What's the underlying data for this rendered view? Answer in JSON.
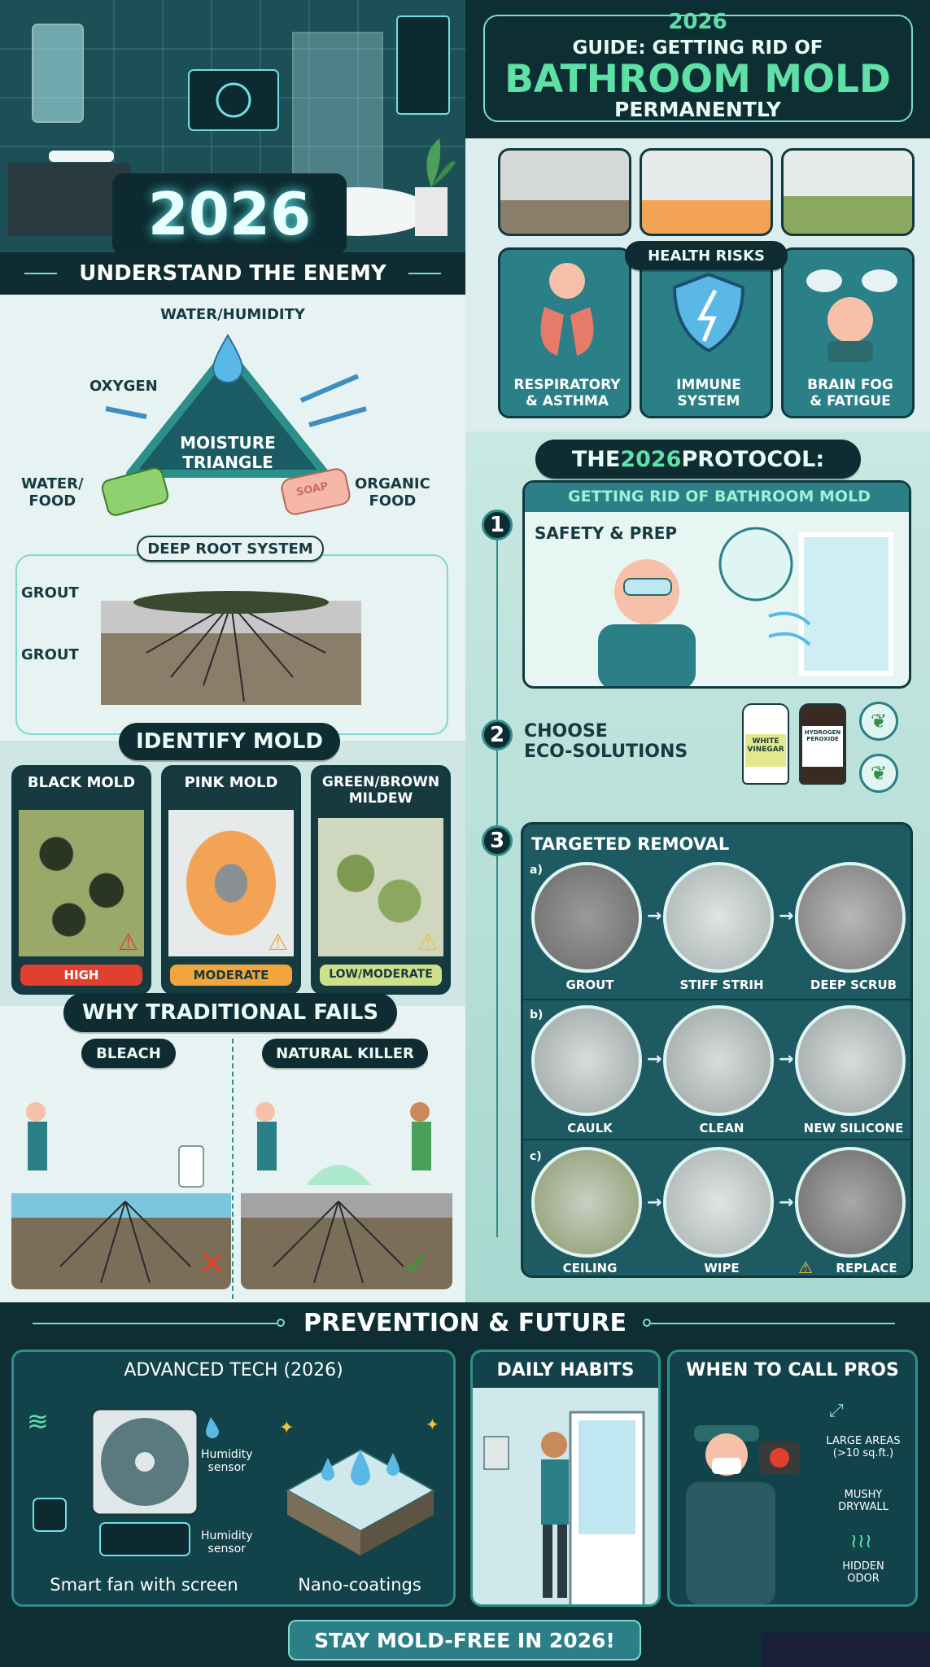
{
  "header": {
    "year_big": "2026",
    "title_line1": "2026",
    "title_line2": "GUIDE: GETTING RID OF",
    "title_line3": "BATHROOM MOLD",
    "title_line4": "PERMANENTLY"
  },
  "enemy": {
    "section_title": "UNDERSTAND THE ENEMY",
    "triangle_center": "MOISTURE\nTRIANGLE",
    "top_label": "WATER/HUMIDITY",
    "oxygen_label": "OXYGEN",
    "left_label": "WATER/\nFOOD",
    "right_label": "ORGANIC\nFOOD",
    "soap_text": "SOAP",
    "root_title": "DEEP ROOT SYSTEM",
    "grout_1": "GROUT",
    "grout_2": "GROUT"
  },
  "health": {
    "title": "HEALTH RISKS",
    "items": [
      {
        "label": "RESPIRATORY\n& ASTHMA",
        "icon": "lungs-icon"
      },
      {
        "label": "IMMUNE\nSYSTEM",
        "icon": "shield-icon"
      },
      {
        "label": "BRAIN FOG\n& FATIGUE",
        "icon": "tired-face-icon"
      }
    ]
  },
  "identify": {
    "title": "IDENTIFY MOLD",
    "cards": [
      {
        "name": "BLACK MOLD",
        "level": "HIGH",
        "level_color": "#e0402f"
      },
      {
        "name": "PINK MOLD",
        "level": "MODERATE",
        "level_color": "#f0a63a"
      },
      {
        "name": "GREEN/BROWN\nMILDEW",
        "level": "LOW/MODERATE",
        "level_color": "#cfe08a"
      }
    ]
  },
  "traditional": {
    "title": "WHY TRADITIONAL FAILS",
    "left": "BLEACH",
    "right": "NATURAL KILLER"
  },
  "protocol": {
    "title_pre": "THE ",
    "title_year": "2026",
    "title_post": " PROTOCOL:",
    "subtitle": "GETTING RID OF BATHROOM MOLD",
    "step1_num": "1",
    "step1": "SAFETY & PREP",
    "step2_num": "2",
    "step2": "CHOOSE\nECO-SOLUTIONS",
    "bottle1": "WHITE\nVINEGAR",
    "bottle2": "HYDROGEN\nPEROXIDE",
    "step3_num": "3",
    "step3": "TARGETED REMOVAL",
    "row_a": "a)",
    "row_b": "b)",
    "row_c": "c)",
    "a_labels": [
      "GROUT",
      "STIFF STRIH",
      "DEEP SCRUB"
    ],
    "b_labels": [
      "CAULK",
      "CLEAN",
      "NEW SILICONE"
    ],
    "c_labels": [
      "CEILING",
      "WIPE",
      "REPLACE"
    ]
  },
  "prevention": {
    "title": "PREVENTION & FUTURE",
    "tech_title": "ADVANCED TECH (2026)",
    "humidity1": "Humidity\nsensor",
    "humidity2": "Humidity\nsensor",
    "fan_caption": "Smart fan with screen",
    "nano_caption": "Nano-coatings",
    "habits_title": "DAILY HABITS",
    "pros_title": "WHEN TO CALL PROS",
    "pros_1": "LARGE AREAS\n(>10 sq.ft.)",
    "pros_2": "MUSHY\nDRYWALL",
    "pros_3": "HIDDEN\nODOR"
  },
  "footer": {
    "text": "STAY MOLD-FREE IN 2026!"
  },
  "colors": {
    "accent": "#5fe0a6",
    "dark": "#0e2c31",
    "teal": "#2d8f8a"
  }
}
